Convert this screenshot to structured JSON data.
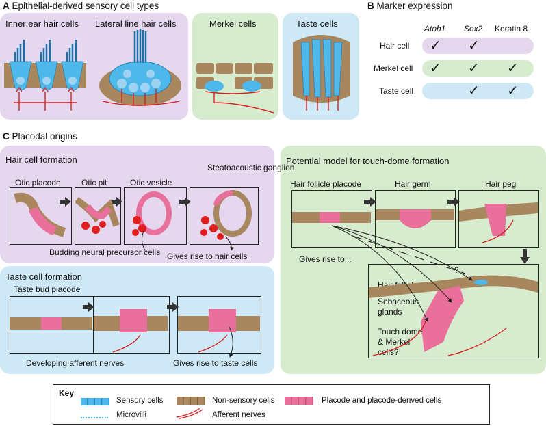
{
  "panelA": {
    "letter": "A",
    "title": "Epithelial-derived sensory cell types",
    "cells": [
      {
        "label": "Inner ear hair cells"
      },
      {
        "label": "Lateral line hair cells"
      },
      {
        "label": "Merkel cells"
      },
      {
        "label": "Taste cells"
      }
    ]
  },
  "panelB": {
    "letter": "B",
    "title": "Marker expression",
    "columns": [
      "Atoh1",
      "Sox2",
      "Keratin 8"
    ],
    "rows": [
      {
        "label": "Hair cell",
        "checks": [
          true,
          true,
          false
        ],
        "color": "#e4d7ee"
      },
      {
        "label": "Merkel cell",
        "checks": [
          true,
          true,
          true
        ],
        "color": "#d7eccf"
      },
      {
        "label": "Taste cell",
        "checks": [
          false,
          true,
          true
        ],
        "color": "#cfe8f6"
      }
    ],
    "check_glyph": "✓"
  },
  "panelC": {
    "letter": "C",
    "title": "Placodal origins",
    "hair": {
      "title": "Hair cell formation",
      "stages": [
        "Otic placode",
        "Otic pit",
        "Otic vesicle",
        "Steatoacoustic ganglion"
      ],
      "annotations": [
        "Budding neural precursor cells",
        "Gives rise to hair cells"
      ]
    },
    "taste": {
      "title": "Taste cell formation",
      "stages": [
        "Taste bud placode"
      ],
      "annotations": [
        "Developing afferent nerves",
        "Gives rise to taste cells"
      ]
    },
    "touch": {
      "title": "Potential model for touch-dome formation",
      "stages": [
        "Hair follicle placode",
        "Hair germ",
        "Hair peg"
      ],
      "gives_rise": "Gives rise to...",
      "question": "?",
      "outcomes": [
        "Hair follicles",
        "Sebaceous glands",
        "Touch domes & Merkel cells?"
      ]
    }
  },
  "key": {
    "title": "Key",
    "items": [
      {
        "label": "Sensory cells"
      },
      {
        "label": "Non-sensory cells"
      },
      {
        "label": "Placode and placode-derived cells"
      },
      {
        "label": "Microvilli"
      },
      {
        "label": "Afferent nerves"
      }
    ]
  },
  "colors": {
    "purple_bg": "#e4d7ee",
    "green_bg": "#d7eccf",
    "blue_bg": "#cfe8f6",
    "sensory": "#4fb8ea",
    "nonsensory": "#a8875e",
    "placode": "#e8709a",
    "nerve": "#d91e1e"
  }
}
